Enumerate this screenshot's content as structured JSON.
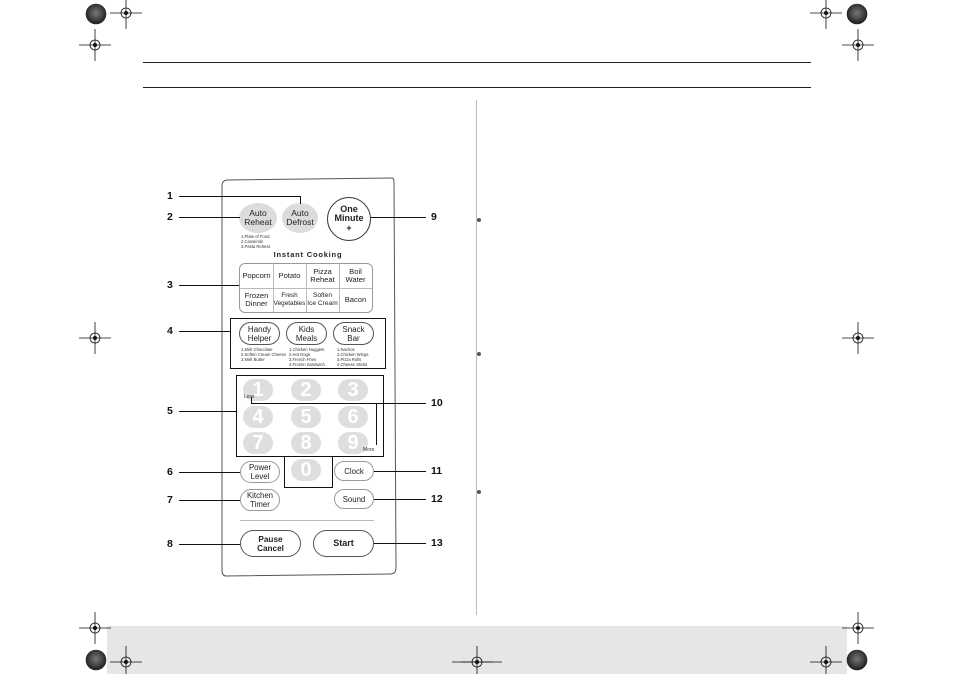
{
  "panel": {
    "auto_reheat": "Auto\nReheat",
    "auto_defrost": "Auto\nDefrost",
    "one_minute": "One\nMinute\n+",
    "auto_reheat_sub": [
      "1.Plate of Food",
      "2.Casserole",
      "3.Pasta Reheat"
    ],
    "instant_cooking_title": "Instant Cooking",
    "instant_cooking": [
      [
        "Popcorn",
        "Potato",
        "Pizza\nReheat",
        "Boil\nWater"
      ],
      [
        "Frozen\nDinner",
        "Fresh\nVegetables",
        "Soften\nIce Cream",
        "Bacon"
      ]
    ],
    "helpers": [
      {
        "label": "Handy\nHelper",
        "sub": [
          "1.Melt Chocolate",
          "2.Soften Cream Cheese",
          "3.Melt Butter"
        ]
      },
      {
        "label": "Kids\nMeals",
        "sub": [
          "1.Chicken Nuggets",
          "2.Hot Dogs",
          "3.French Fries",
          "4.Frozen Sandwich"
        ]
      },
      {
        "label": "Snack\nBar",
        "sub": [
          "1.Nachos",
          "2.Chicken Wings",
          "3.Pizza Rolls",
          "4.Cheese Sticks"
        ]
      }
    ],
    "keys": [
      "1",
      "2",
      "3",
      "4",
      "5",
      "6",
      "7",
      "8",
      "9",
      "0"
    ],
    "less_label": "Less",
    "more_label": "More",
    "power_level": "Power\nLevel",
    "kitchen_timer": "Kitchen\nTimer",
    "clock": "Clock",
    "sound": "Sound",
    "pause_cancel": "Pause\nCancel",
    "start": "Start"
  },
  "callouts": [
    "1",
    "2",
    "3",
    "4",
    "5",
    "6",
    "7",
    "8",
    "9",
    "10",
    "11",
    "12",
    "13"
  ]
}
